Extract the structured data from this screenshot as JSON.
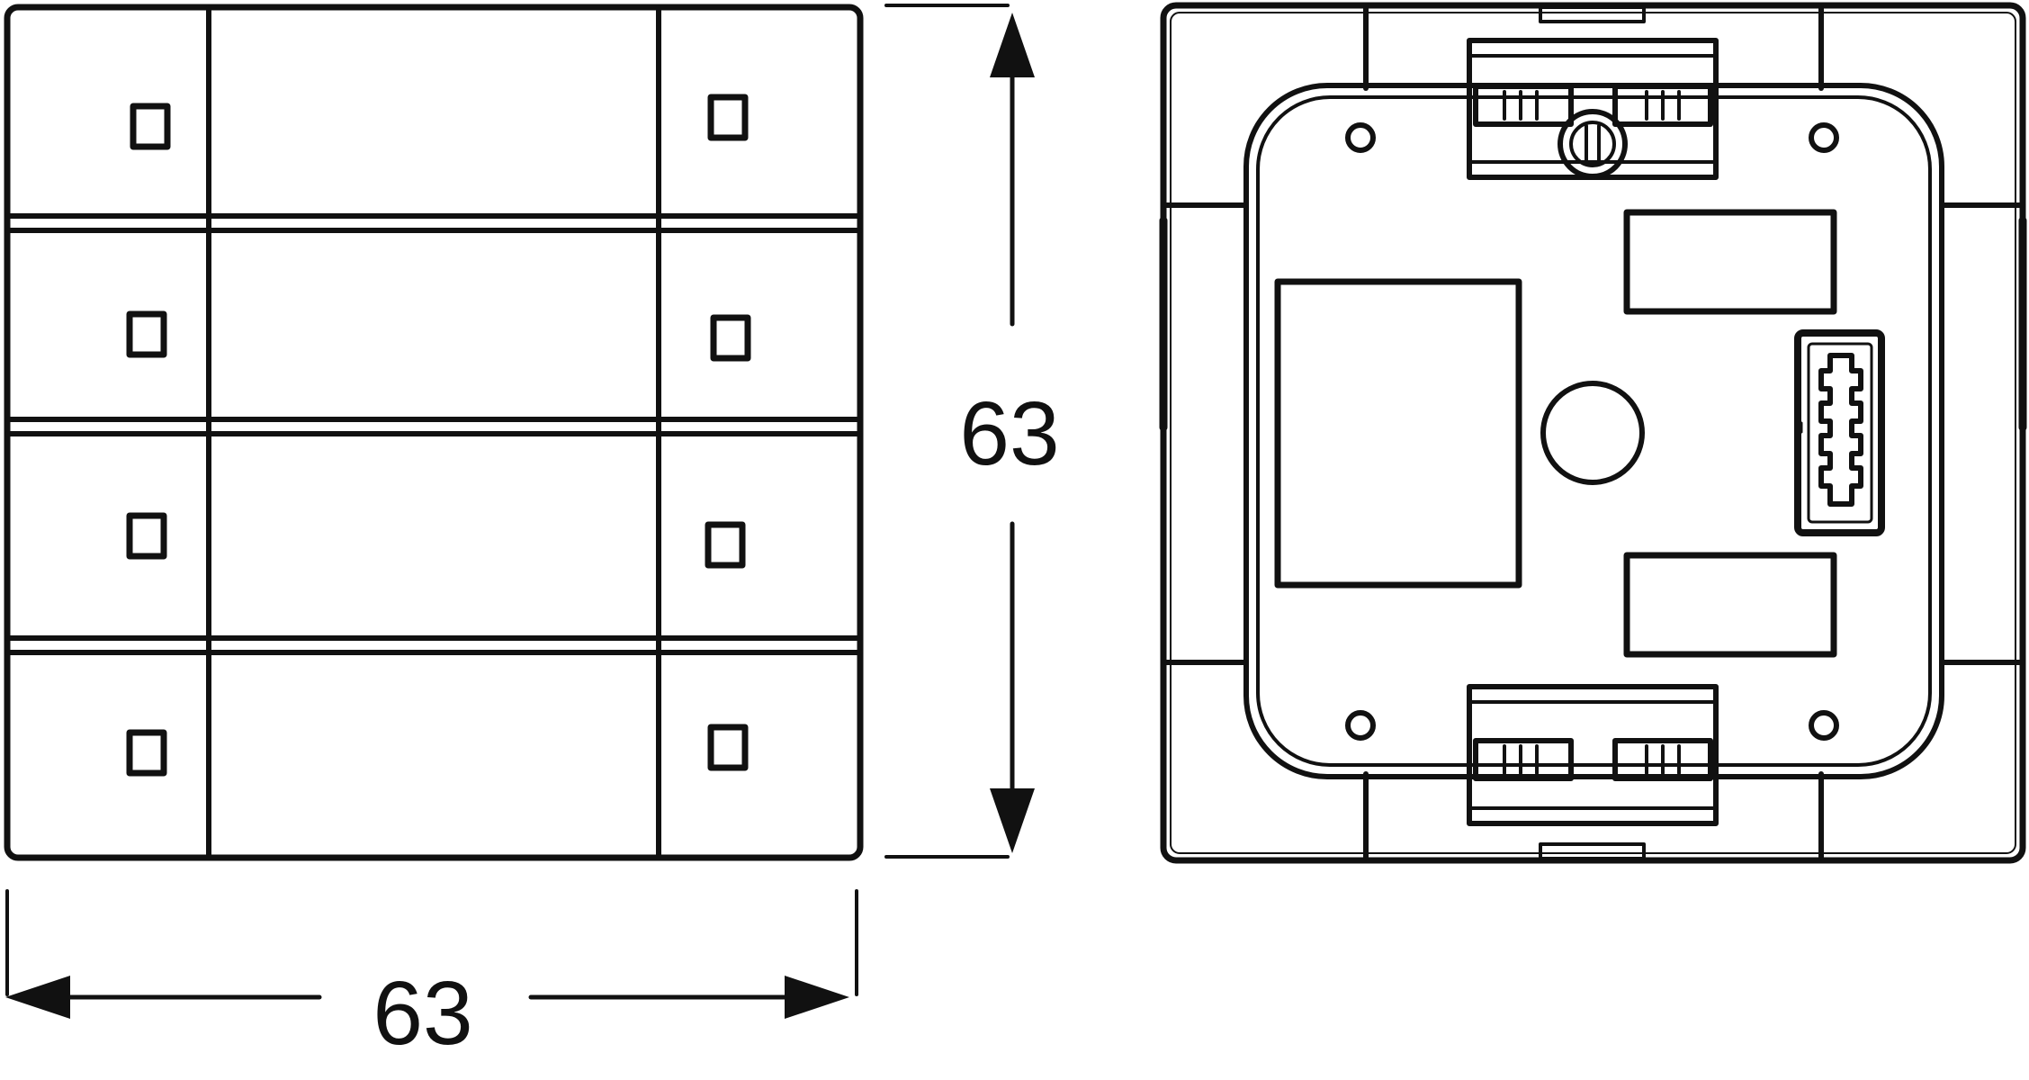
{
  "drawing": {
    "height_dimension": "63",
    "width_dimension": "63"
  },
  "front_view": {
    "rocker_rows": 4,
    "led_indicators_per_row": 2
  },
  "colors": {
    "line": "#111111",
    "background": "#ffffff"
  }
}
